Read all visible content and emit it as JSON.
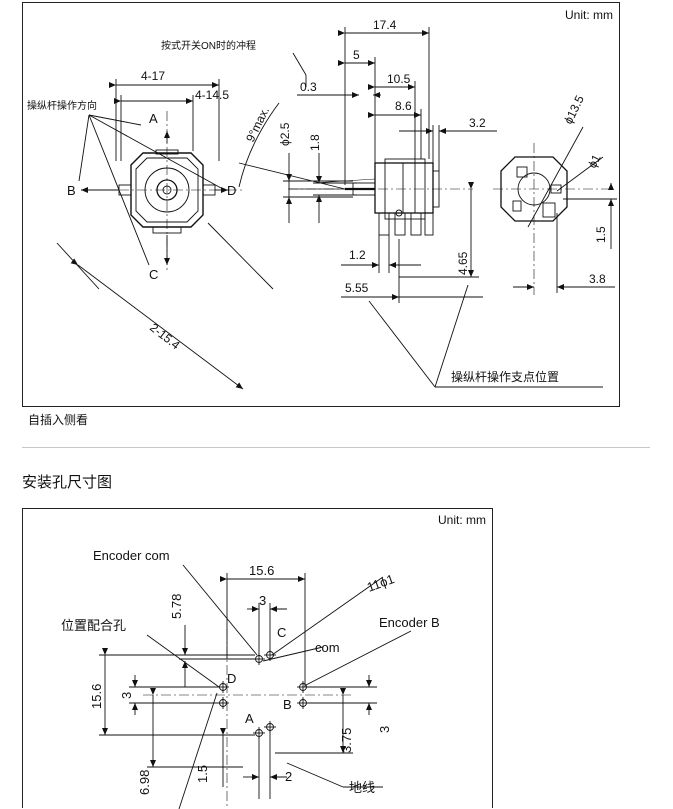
{
  "panel1": {
    "unit": "Unit: mm",
    "lever_direction_label": "操纵杆操作方向",
    "push_switch_label": "按式开关ON时的冲程",
    "pivot_label": "操纵杆操作支点位置",
    "caption": "自插入侧看",
    "directions": [
      "A",
      "B",
      "C",
      "D"
    ],
    "dims": {
      "d_4_17": "4-17",
      "d_4_14_5": "4-14.5",
      "d_17_4": "17.4",
      "d_5": "5",
      "d_0_3": "0.3",
      "d_10_5": "10.5",
      "d_8_6": "8.6",
      "d_3_2": "3.2",
      "d_9max": "9°max.",
      "d_phi2_5": "ϕ2.5",
      "d_1_8": "1.8",
      "d_phi13_5": "ϕ13.5",
      "d_phi1": "ϕ1",
      "d_1_5": "1.5",
      "d_1_2": "1.2",
      "d_4_65": "4.65",
      "d_5_55": "5.55",
      "d_3_8": "3.8",
      "d_2_15_4": "2-15.4"
    }
  },
  "section2_title": "安装孔尺寸图",
  "panel2": {
    "unit": "Unit: mm",
    "labels": {
      "encoder_com": "Encoder com",
      "encoder_b": "Encoder B",
      "com": "com",
      "position_hole": "位置配合孔",
      "ground": "地线",
      "holes": "11ϕ1",
      "A": "A",
      "B": "B",
      "C": "C",
      "D": "D"
    },
    "dims": {
      "d_15_6_top": "15.6",
      "d_3_top": "3",
      "d_5_78": "5.78",
      "d_15_6_left": "15.6",
      "d_3_left": "3",
      "d_3_75": "3.75",
      "d_3_right": "3",
      "d_6_98": "6.98",
      "d_1_5": "1.5",
      "d_2": "2"
    }
  }
}
